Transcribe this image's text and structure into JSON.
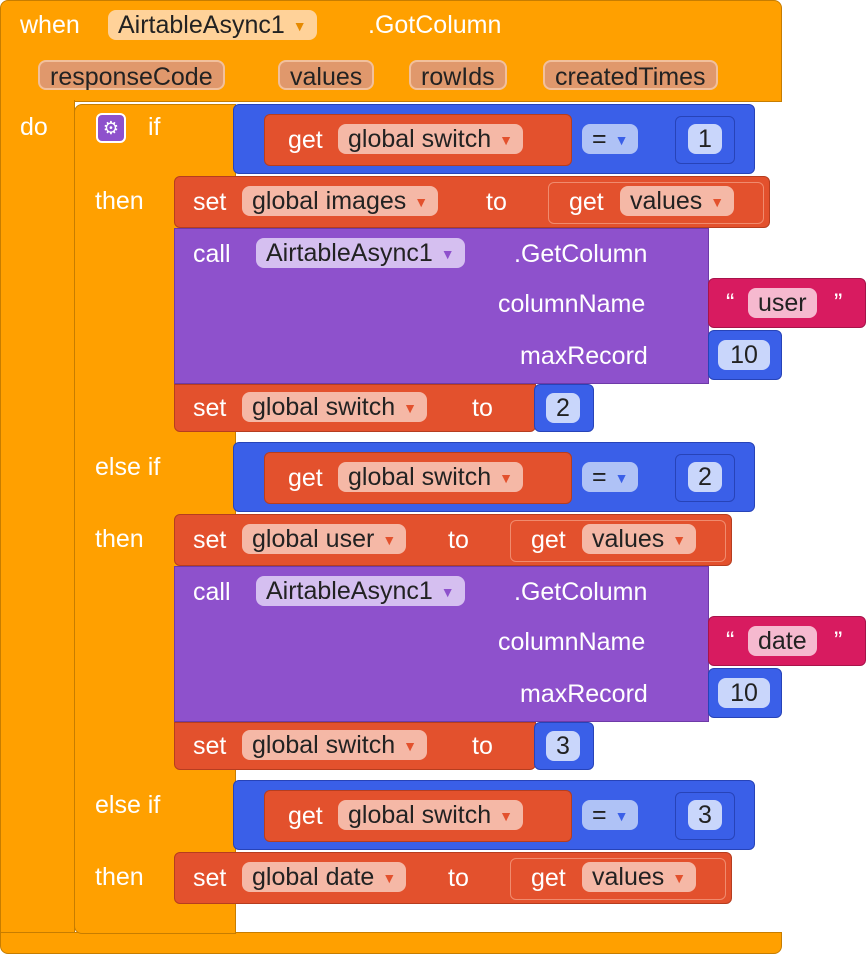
{
  "event": {
    "when_label": "when",
    "component": "AirtableAsync1",
    "event_name": ".GotColumn",
    "params": [
      "responseCode",
      "values",
      "rowIds",
      "createdTimes"
    ],
    "do_label": "do"
  },
  "if_block": {
    "if_label": "if",
    "then_label": "then",
    "else_if_label": "else if",
    "get_label": "get",
    "set_label": "set",
    "to_label": "to",
    "call_label": "call",
    "eq_label": "=",
    "var_switch": "global switch",
    "var_images": "global images",
    "var_user": "global user",
    "var_date": "global date",
    "var_values": "values",
    "method_name": ".GetColumn",
    "arg_column": "columnName",
    "arg_max": "maxRecord",
    "quote_open": "“",
    "quote_close": "”"
  },
  "branches": [
    {
      "cond_value": "1",
      "set_var_from_values": "global images",
      "column": "user",
      "max": "10",
      "next_switch": "2"
    },
    {
      "cond_value": "2",
      "set_var_from_values": "global user",
      "column": "date",
      "max": "10",
      "next_switch": "3"
    },
    {
      "cond_value": "3",
      "set_var_from_values": "global date"
    }
  ],
  "colors": {
    "event": "#FFA000",
    "variable": "#E3512D",
    "component": "#8E51CC",
    "math": "#3A5FE8",
    "text": "#D81B60"
  },
  "icons": {
    "mutator": "gear-icon",
    "dropdown": "dropdown-arrow-icon"
  }
}
